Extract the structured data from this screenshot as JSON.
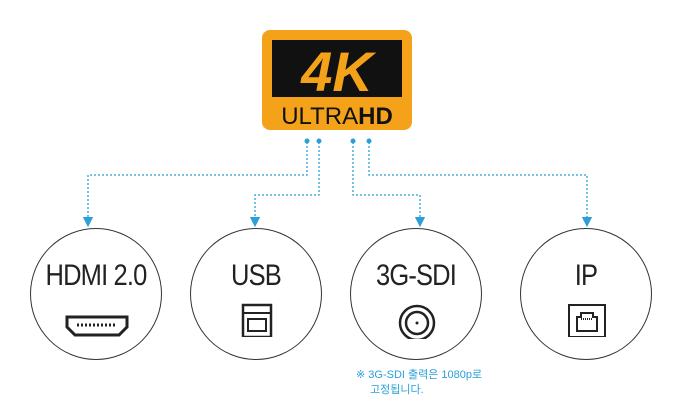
{
  "logo": {
    "main": "4K",
    "sub_light": "ULTRA",
    "sub_bold": "HD"
  },
  "outputs": [
    {
      "label": "HDMI 2.0",
      "icon": "hdmi-port-icon"
    },
    {
      "label": "USB",
      "icon": "usb-port-icon"
    },
    {
      "label": "3G-SDI",
      "icon": "bnc-connector-icon"
    },
    {
      "label": "IP",
      "icon": "ethernet-port-icon"
    }
  ],
  "note": {
    "line1": "※ 3G-SDI 출력은 1080p로",
    "line2": "고정됩니다."
  },
  "colors": {
    "orange": "#f5a21b",
    "line": "#2a9fd8"
  }
}
